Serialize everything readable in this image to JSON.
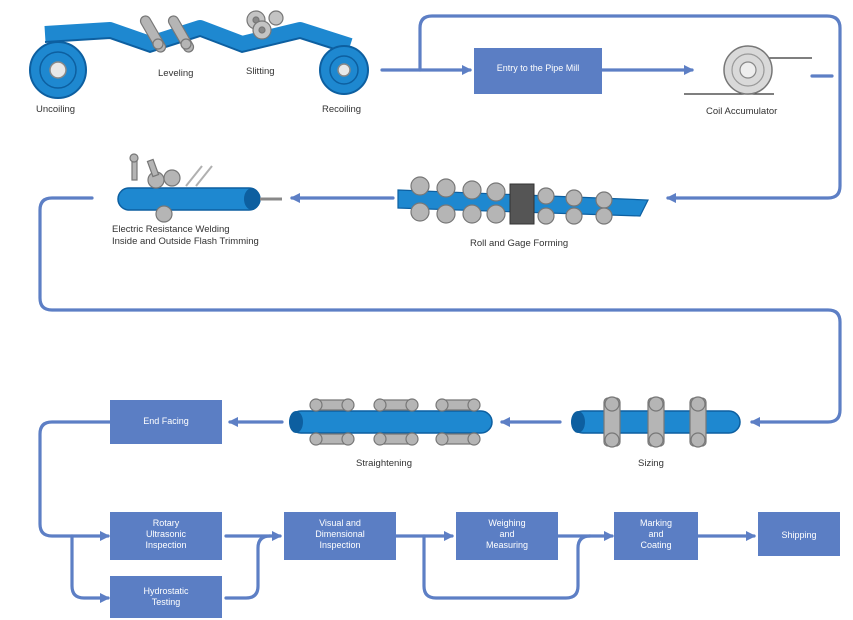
{
  "colors": {
    "flow_line": "#5d7fc5",
    "box_fill": "#5b7ec4",
    "steel_blue": "#1e88d0",
    "steel_blue_dark": "#0d5fa0",
    "roller_gray": "#a8a8a8",
    "label_text": "#333333",
    "box_text": "#ffffff",
    "background": "#ffffff"
  },
  "stages": {
    "uncoiling": "Uncoiling",
    "leveling": "Leveling",
    "slitting": "Slitting",
    "recoiling": "Recoiling",
    "coil_accumulator": "Coil Accumulator",
    "roll_gage_forming": "Roll and Gage Forming",
    "erw_line1": "Electric Resistance Welding",
    "erw_line2": "Inside and Outside Flash Trimming",
    "sizing": "Sizing",
    "straightening": "Straightening"
  },
  "boxes": {
    "entry": [
      "Entry to the Pipe Mill"
    ],
    "end_facing": [
      "End Facing"
    ],
    "rotary_ut": [
      "Rotary",
      "Ultrasonic",
      "Inspection"
    ],
    "hydrostatic": [
      "Hydrostatic",
      "Testing"
    ],
    "visual": [
      "Visual and",
      "Dimensional",
      "Inspection"
    ],
    "weighing": [
      "Weighing",
      "and",
      "Measuring"
    ],
    "marking": [
      "Marking",
      "and",
      "Coating"
    ],
    "shipping": [
      "Shipping"
    ]
  }
}
